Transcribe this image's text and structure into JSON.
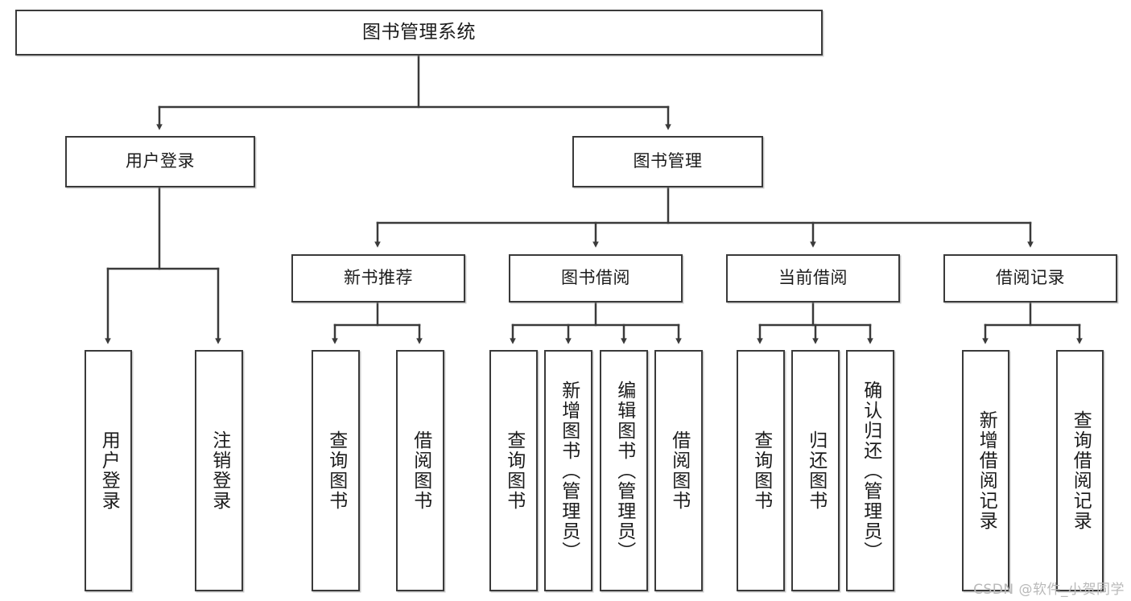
{
  "diagram": {
    "title": "图书管理系统",
    "type": "tree",
    "watermark": "CSDN @软件_小贺同学",
    "stroke_color": "#3a3a3a",
    "text_color": "#1c1c1c",
    "background": "#ffffff",
    "root": {
      "label": "图书管理系统"
    },
    "level2": [
      {
        "label": "用户登录"
      },
      {
        "label": "图书管理"
      }
    ],
    "level3": [
      {
        "label": "新书推荐"
      },
      {
        "label": "图书借阅"
      },
      {
        "label": "当前借阅"
      },
      {
        "label": "借阅记录"
      }
    ],
    "leaves": [
      {
        "label": "用户登录",
        "parent": "用户登录"
      },
      {
        "label": "注销登录",
        "parent": "用户登录"
      },
      {
        "label": "查询图书",
        "parent": "新书推荐"
      },
      {
        "label": "借阅图书",
        "parent": "新书推荐"
      },
      {
        "label": "查询图书",
        "parent": "图书借阅"
      },
      {
        "label": "新增图书（管理员）",
        "parent": "图书借阅"
      },
      {
        "label": "编辑图书（管理员）",
        "parent": "图书借阅"
      },
      {
        "label": "借阅图书",
        "parent": "图书借阅"
      },
      {
        "label": "查询图书",
        "parent": "当前借阅"
      },
      {
        "label": "归还图书",
        "parent": "当前借阅"
      },
      {
        "label": "确认归还（管理员）",
        "parent": "当前借阅"
      },
      {
        "label": "新增借阅记录",
        "parent": "借阅记录"
      },
      {
        "label": "查询借阅记录",
        "parent": "借阅记录"
      }
    ]
  }
}
